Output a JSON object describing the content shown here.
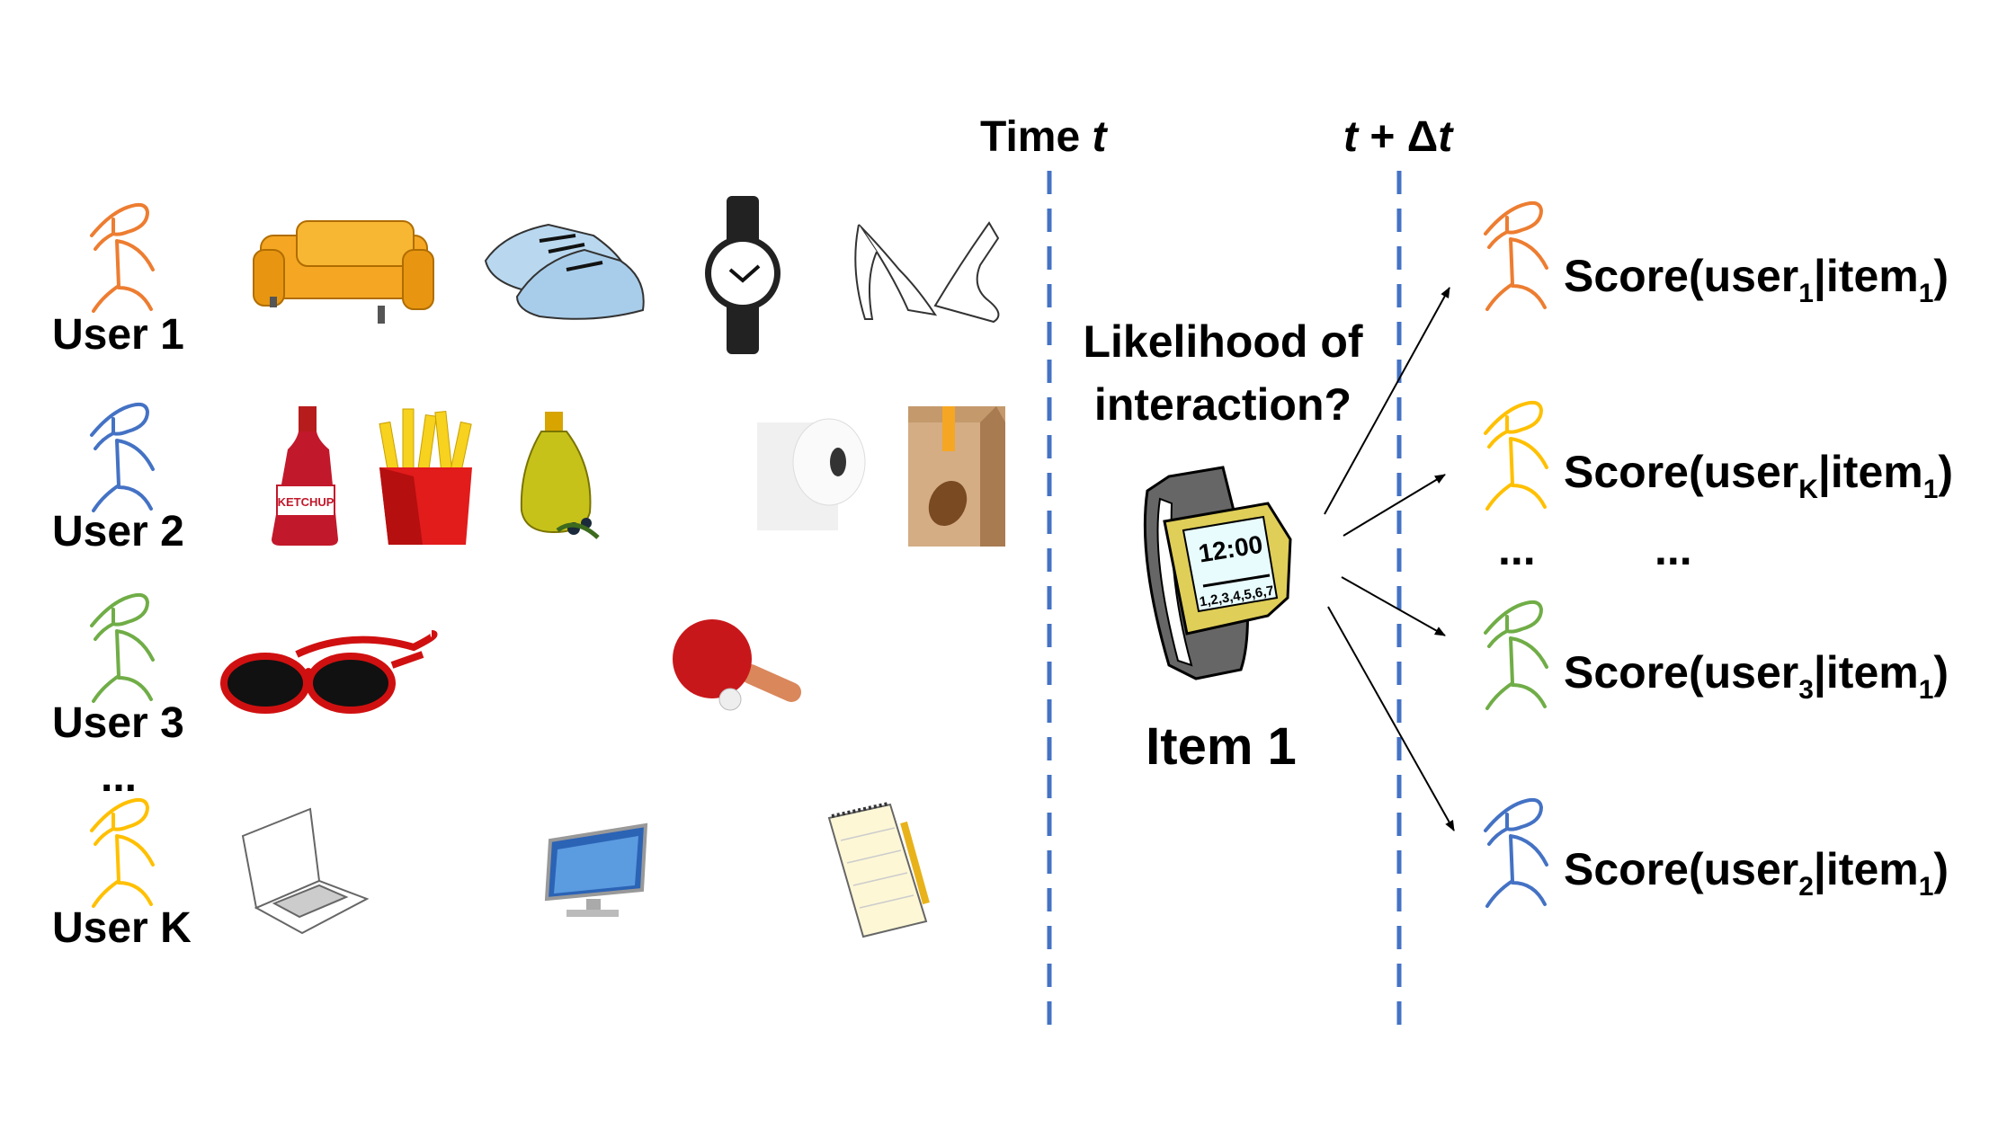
{
  "colors": {
    "user_1": "#ed7d31",
    "user_2": "#4472c4",
    "user_3": "#70ad47",
    "user_k": "#ffc000",
    "timeline": "#4472c4"
  },
  "timeline": {
    "time_t_label": "Time ",
    "time_t_var": "t",
    "future_t_var": "t",
    "future_plus": " + Δ",
    "future_t_var2": "t"
  },
  "users": [
    {
      "label": "User 1",
      "items": [
        "sofa-icon",
        "sneakers-icon",
        "wristwatch-icon",
        "high-heels-icon"
      ]
    },
    {
      "label": "User 2",
      "items": [
        "ketchup-icon",
        "fries-icon",
        "olive-oil-icon",
        "toilet-paper-icon",
        "coffee-bag-icon"
      ]
    },
    {
      "label": "User 3",
      "items": [
        "sunglasses-icon",
        "ping-pong-paddle-icon"
      ]
    },
    {
      "label": "User K",
      "items": [
        "laptop-icon",
        "monitor-icon",
        "notepad-icon"
      ]
    }
  ],
  "users_ellipsis": "...",
  "ketchup_label": "KETCHUP",
  "center": {
    "question_line1": "Likelihood of",
    "question_line2": "interaction?",
    "item_label": "Item 1",
    "watch_time": "12:00",
    "watch_days": "1,2,3,4,5,6,7"
  },
  "scores": [
    {
      "prefix": "Score(user",
      "user_sub": "1",
      "mid": "|item",
      "item_sub": "1",
      "suffix": ")",
      "color": "#ed7d31"
    },
    {
      "prefix": "Score(user",
      "user_sub": "K",
      "mid": "|item",
      "item_sub": "1",
      "suffix": ")",
      "color": "#ffc000"
    },
    {
      "prefix": "Score(user",
      "user_sub": "3",
      "mid": "|item",
      "item_sub": "1",
      "suffix": ")",
      "color": "#70ad47"
    },
    {
      "prefix": "Score(user",
      "user_sub": "2",
      "mid": "|item",
      "item_sub": "1",
      "suffix": ")",
      "color": "#4472c4"
    }
  ],
  "scores_ellipsis": [
    "...",
    "..."
  ]
}
